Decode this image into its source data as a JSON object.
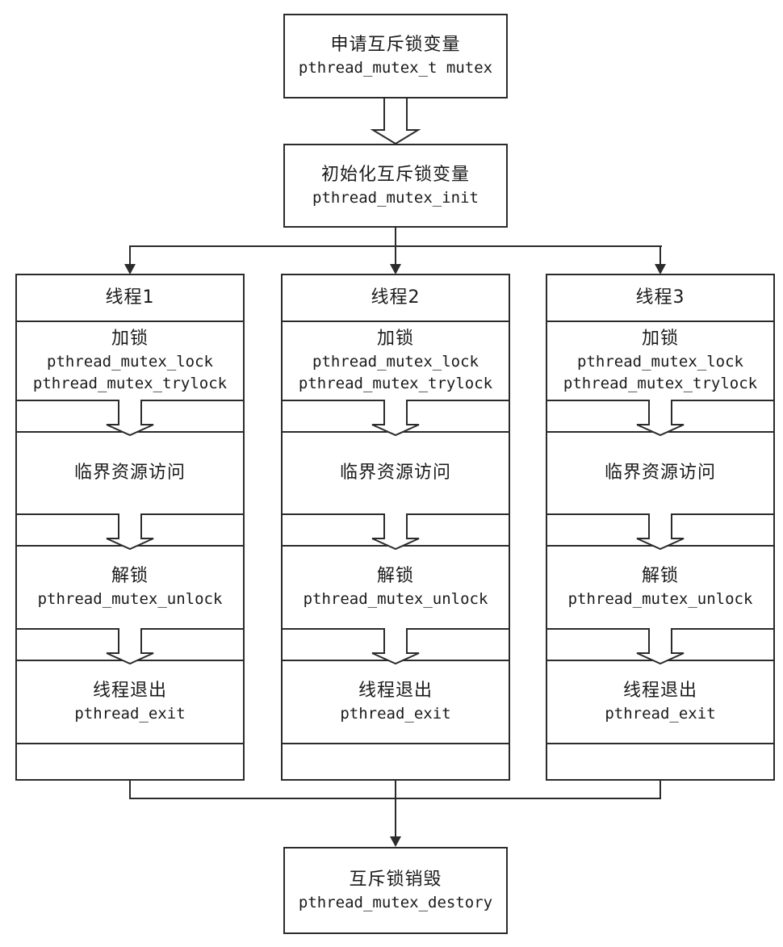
{
  "colors": {
    "line": "#2b2b2b",
    "background": "#ffffff",
    "text": "#1a1a1a"
  },
  "flow": {
    "declare_box": {
      "title": "申请互斥锁变量",
      "code": "pthread_mutex_t mutex"
    },
    "init_box": {
      "title": "初始化互斥锁变量",
      "code": "pthread_mutex_init"
    },
    "destroy_box": {
      "title": "互斥锁销毁",
      "code": "pthread_mutex_destory"
    },
    "threads": [
      {
        "header": "线程1",
        "lock_title": "加锁",
        "lock_code_1": "pthread_mutex_lock",
        "lock_code_2": "pthread_mutex_trylock",
        "critical_title": "临界资源访问",
        "unlock_title": "解锁",
        "unlock_code": "pthread_mutex_unlock",
        "exit_title": "线程退出",
        "exit_code": "pthread_exit"
      },
      {
        "header": "线程2",
        "lock_title": "加锁",
        "lock_code_1": "pthread_mutex_lock",
        "lock_code_2": "pthread_mutex_trylock",
        "critical_title": "临界资源访问",
        "unlock_title": "解锁",
        "unlock_code": "pthread_mutex_unlock",
        "exit_title": "线程退出",
        "exit_code": "pthread_exit"
      },
      {
        "header": "线程3",
        "lock_title": "加锁",
        "lock_code_1": "pthread_mutex_lock",
        "lock_code_2": "pthread_mutex_trylock",
        "critical_title": "临界资源访问",
        "unlock_title": "解锁",
        "unlock_code": "pthread_mutex_unlock",
        "exit_title": "线程退出",
        "exit_code": "pthread_exit"
      }
    ]
  }
}
